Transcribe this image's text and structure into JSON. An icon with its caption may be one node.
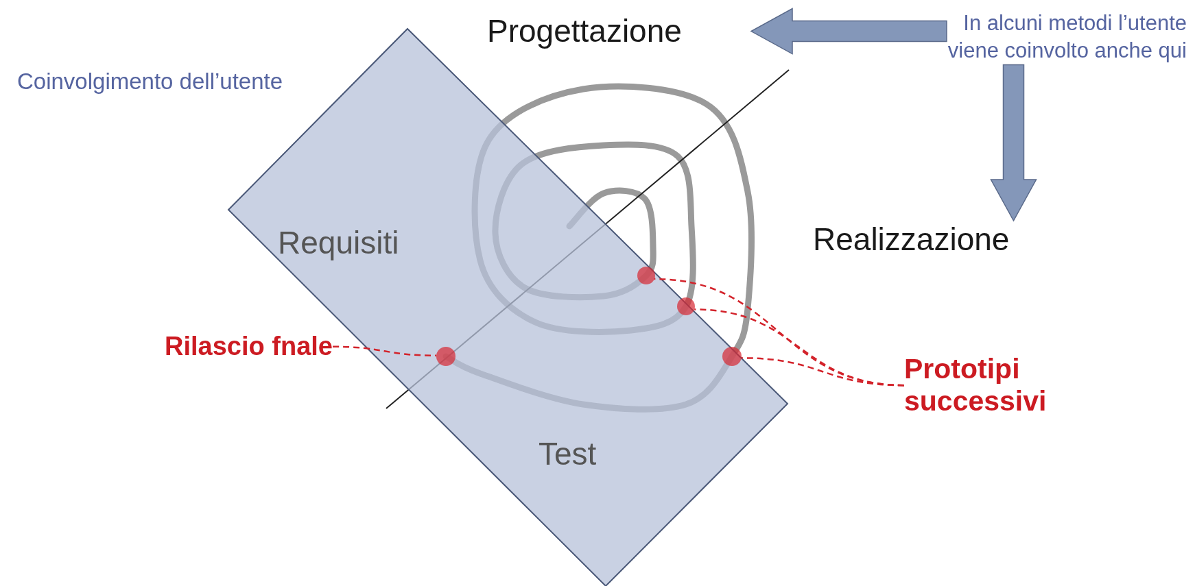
{
  "diagram": {
    "nodes": [
      {
        "text": [
          "Progettazione"
        ]
      },
      {
        "text": [
          "Realizzazione"
        ]
      },
      {
        "text": [
          "In alcuni metodi l’utente viene coinvolto anche qui"
        ]
      },
      {
        "text": [
          "Rilascio fnale"
        ]
      },
      {
        "text": [
          "Prototipi successivi"
        ]
      },
      {
        "text": [],
        "shape": "circle"
      },
      {
        "text": [],
        "shape": "circle"
      },
      {
        "text": [],
        "shape": "circle"
      },
      {
        "text": [],
        "shape": "circle"
      }
    ],
    "edges": [
      {
        "from": 2,
        "to": 0,
        "arrow": "to",
        "style": "thick",
        "color": "#8497b9"
      },
      {
        "from": 2,
        "to": 1,
        "arrow": "to",
        "style": "thick",
        "color": "#8497b9"
      },
      {
        "from": 3,
        "to": 5,
        "arrow": "none",
        "style": "dashed"
      },
      {
        "from": 4,
        "to": 6,
        "arrow": "none",
        "style": "dashed"
      },
      {
        "from": 4,
        "to": 7,
        "arrow": "none",
        "style": "dashed"
      },
      {
        "from": 4,
        "to": 8,
        "arrow": "none",
        "style": "dashed"
      }
    ],
    "labels": [
      "Coinvolgimento dell’utente",
      "Requisiti",
      "Test"
    ]
  }
}
